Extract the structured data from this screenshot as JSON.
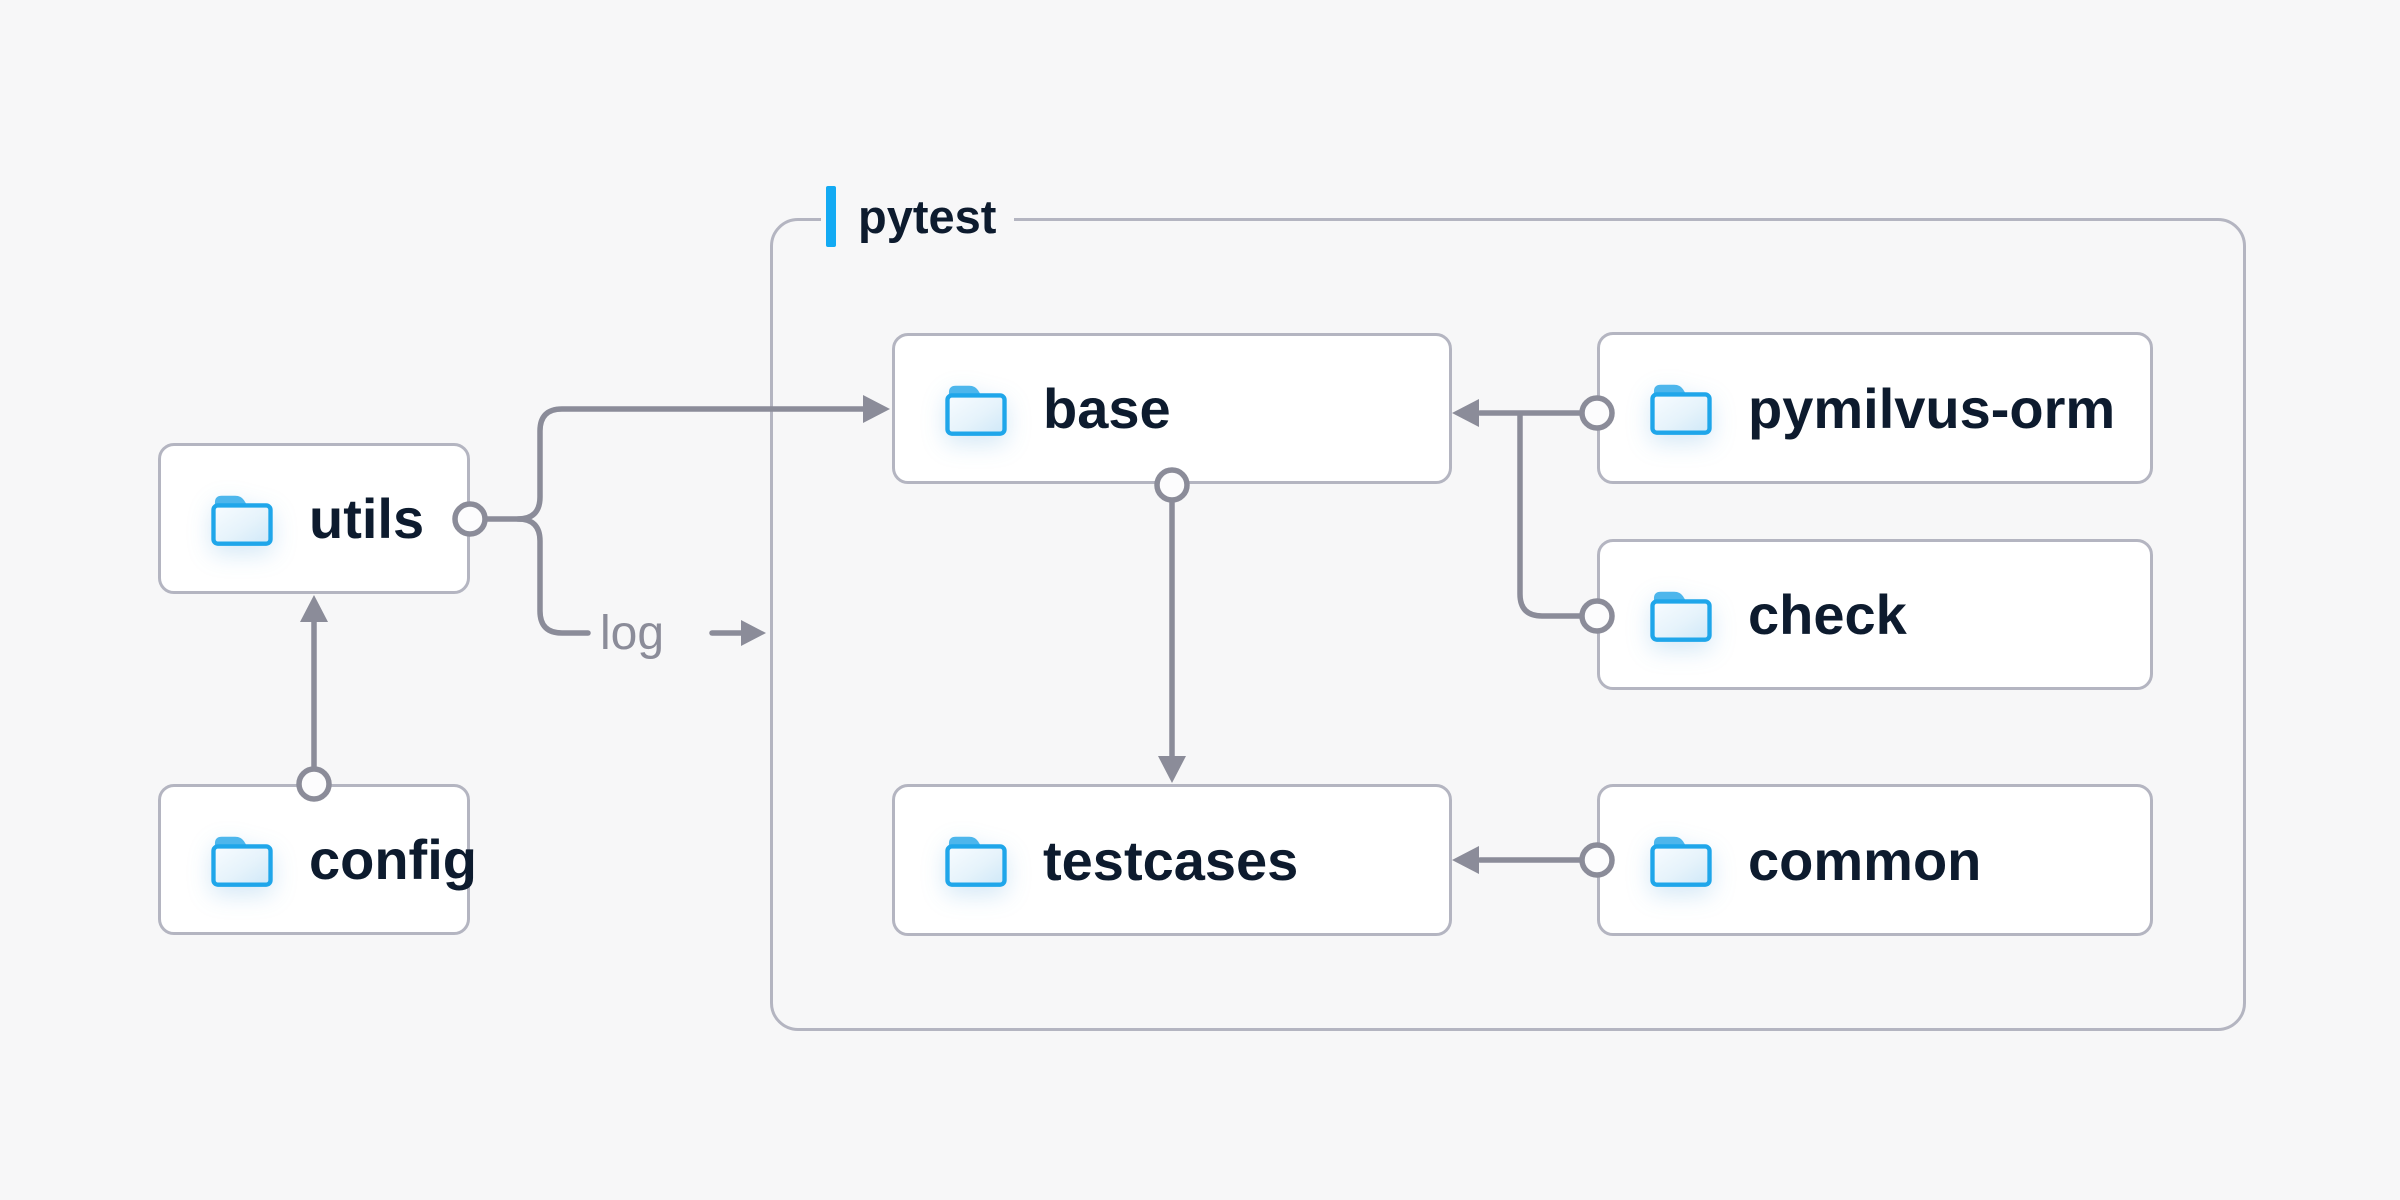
{
  "diagram": {
    "group": {
      "label": "pytest"
    },
    "nodes": {
      "utils": {
        "label": "utils",
        "icon": "folder-icon"
      },
      "config": {
        "label": "config",
        "icon": "folder-icon"
      },
      "base": {
        "label": "base",
        "icon": "folder-icon"
      },
      "pymilvus_orm": {
        "label": "pymilvus-orm",
        "icon": "folder-icon"
      },
      "check": {
        "label": "check",
        "icon": "folder-icon"
      },
      "testcases": {
        "label": "testcases",
        "icon": "folder-icon"
      },
      "common": {
        "label": "common",
        "icon": "folder-icon"
      }
    },
    "edges": [
      {
        "from": "config",
        "to": "utils"
      },
      {
        "from": "utils",
        "to": "base"
      },
      {
        "from": "utils",
        "to": "pytest",
        "label": "log"
      },
      {
        "from": "pymilvus_orm",
        "to": "base"
      },
      {
        "from": "check",
        "to": "base"
      },
      {
        "from": "base",
        "to": "testcases"
      },
      {
        "from": "common",
        "to": "testcases"
      }
    ],
    "colors": {
      "background": "#f7f7f8",
      "node_bg": "#ffffff",
      "node_border": "#b4b5c1",
      "connector": "#8b8c99",
      "text": "#0d1b2e",
      "accent_blue": "#13aaf3",
      "edge_label": "#8b8c99",
      "folder_border": "#1fa6ea",
      "folder_tab": "#4db6ec"
    }
  }
}
